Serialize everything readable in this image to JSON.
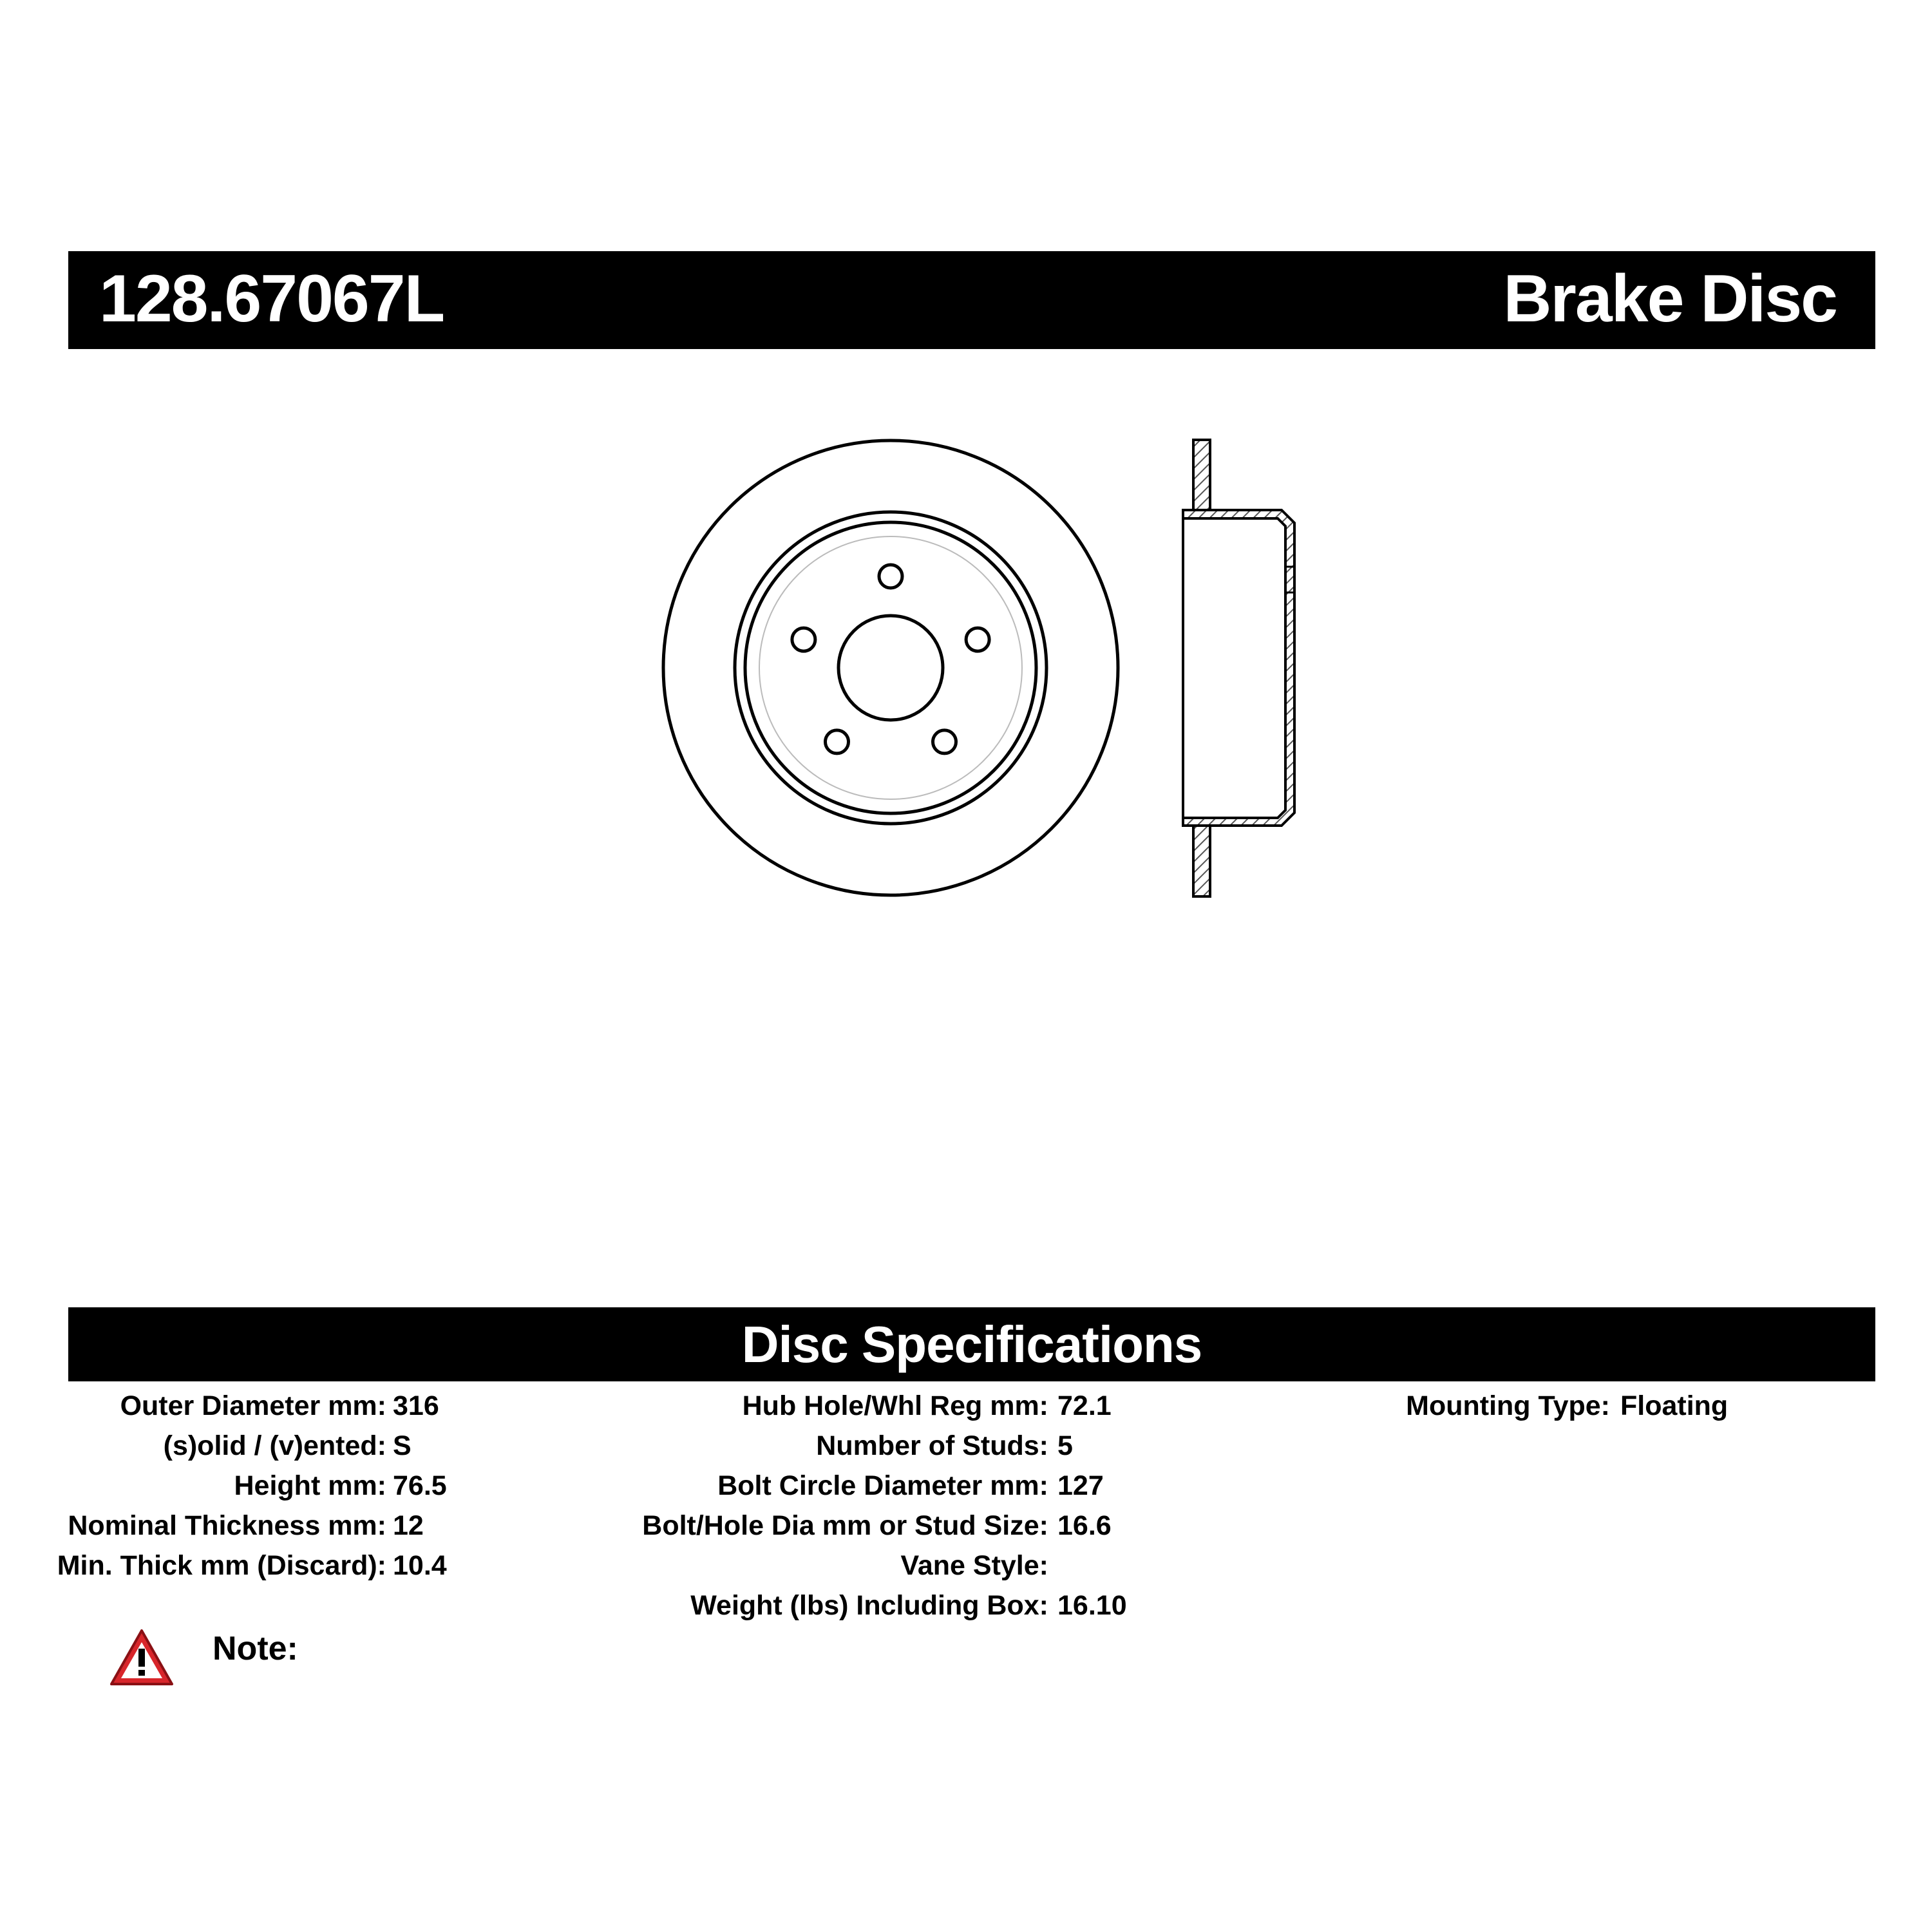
{
  "header": {
    "part_number": "128.67067L",
    "part_type": "Brake Disc"
  },
  "specs_section": {
    "title": "Disc Specifications",
    "column_1": [
      {
        "label": "Outer Diameter mm:",
        "value": "316"
      },
      {
        "label": "(s)olid / (v)ented:",
        "value": "S"
      },
      {
        "label": "Height mm:",
        "value": "76.5"
      },
      {
        "label": "Nominal Thickness mm:",
        "value": "12"
      },
      {
        "label": "Min. Thick mm (Discard):",
        "value": "10.4"
      }
    ],
    "column_2": [
      {
        "label": "Hub Hole/Whl Reg mm:",
        "value": "72.1"
      },
      {
        "label": "Number of Studs:",
        "value": "5"
      },
      {
        "label": "Bolt Circle Diameter mm:",
        "value": "127"
      },
      {
        "label": "Bolt/Hole Dia mm or Stud Size:",
        "value": "16.6"
      },
      {
        "label": "Vane Style:",
        "value": ""
      },
      {
        "label": "Weight (lbs) Including Box:",
        "value": "16.10"
      }
    ],
    "column_3": [
      {
        "label": "Mounting Type:",
        "value": "Floating"
      }
    ]
  },
  "note": {
    "label": "Note:",
    "icon": "warning-triangle-icon",
    "icon_color": "#d8262b"
  },
  "drawing": {
    "stud_count": 5,
    "line_color": "#000000",
    "hatch_color": "#555555"
  }
}
